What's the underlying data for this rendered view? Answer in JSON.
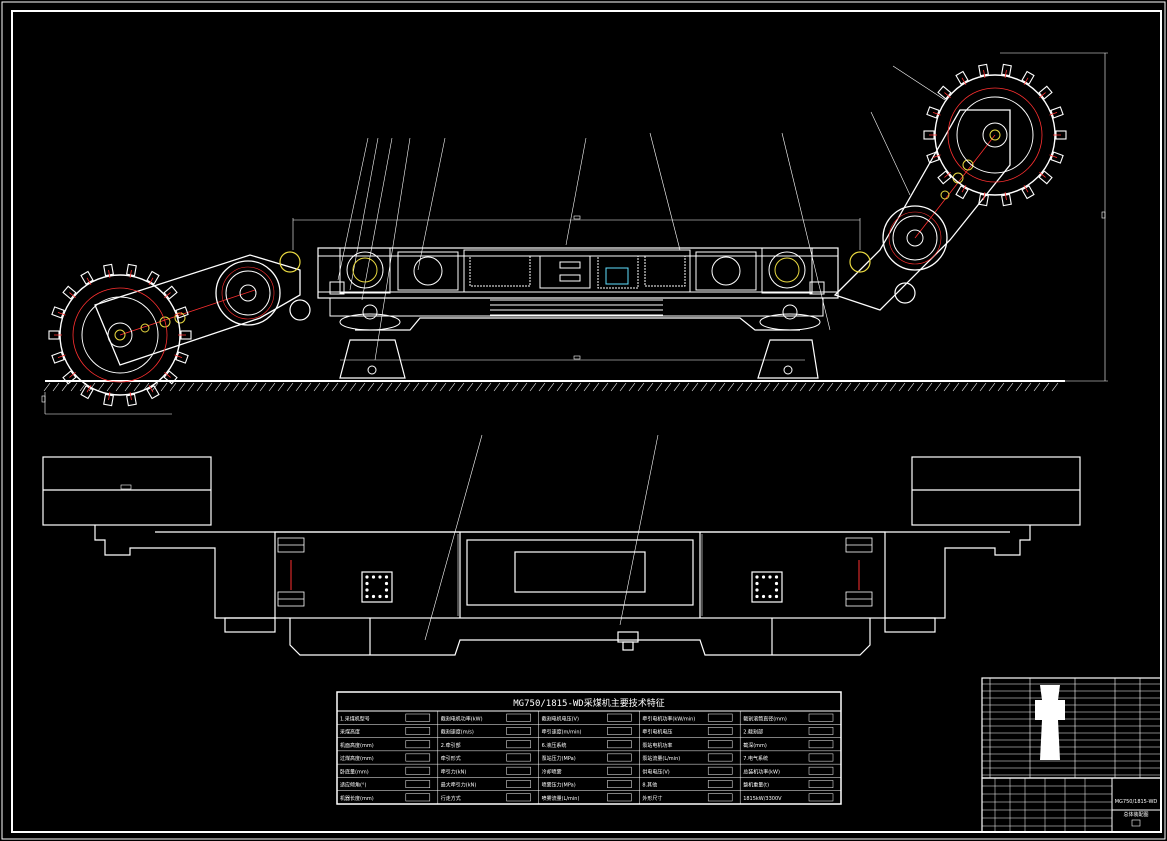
{
  "colors": {
    "background": "#000000",
    "line": "#ffffff",
    "accent": "#ff3030",
    "yellow": "#e8d840",
    "cyan": "#60e0ff"
  },
  "spec_table": {
    "title": "MG750/1815-WD采煤机主要技术特征",
    "cells": [
      "1.采煤机型号",
      "截割电机功率(kW)",
      "截割电机电压(V)",
      "牵引电机功率(kW/min)",
      "截割滚筒直径(mm)",
      "采煤高度",
      "截割速度(m/s)",
      "牵引速度(m/min)",
      "牵引电机电压",
      "2.截割部",
      "机面高度(mm)",
      "2.牵引部",
      "6.液压系统",
      "泵站电机功率",
      "截深(mm)",
      "过煤高度(mm)",
      "牵引形式",
      "泵站压力(MPa)",
      "泵站流量(L/min)",
      "7.电气系统",
      "卧底量(mm)",
      "牵引力(kN)",
      "冷却喷雾",
      "供电电压(V)",
      "总装机功率(kW)",
      "适应倾角(°)",
      "最大牵引力(kN)",
      "喷雾压力(MPa)",
      "8.其他",
      "整机重量(t)",
      "机器长度(mm)",
      "行走方式",
      "喷雾流量(L/min)",
      "外形尺寸",
      "1815kW/3300V"
    ]
  },
  "title_block": {
    "drawing_number": "MG750/1815-WD",
    "drawing_name": "总体装配图"
  }
}
